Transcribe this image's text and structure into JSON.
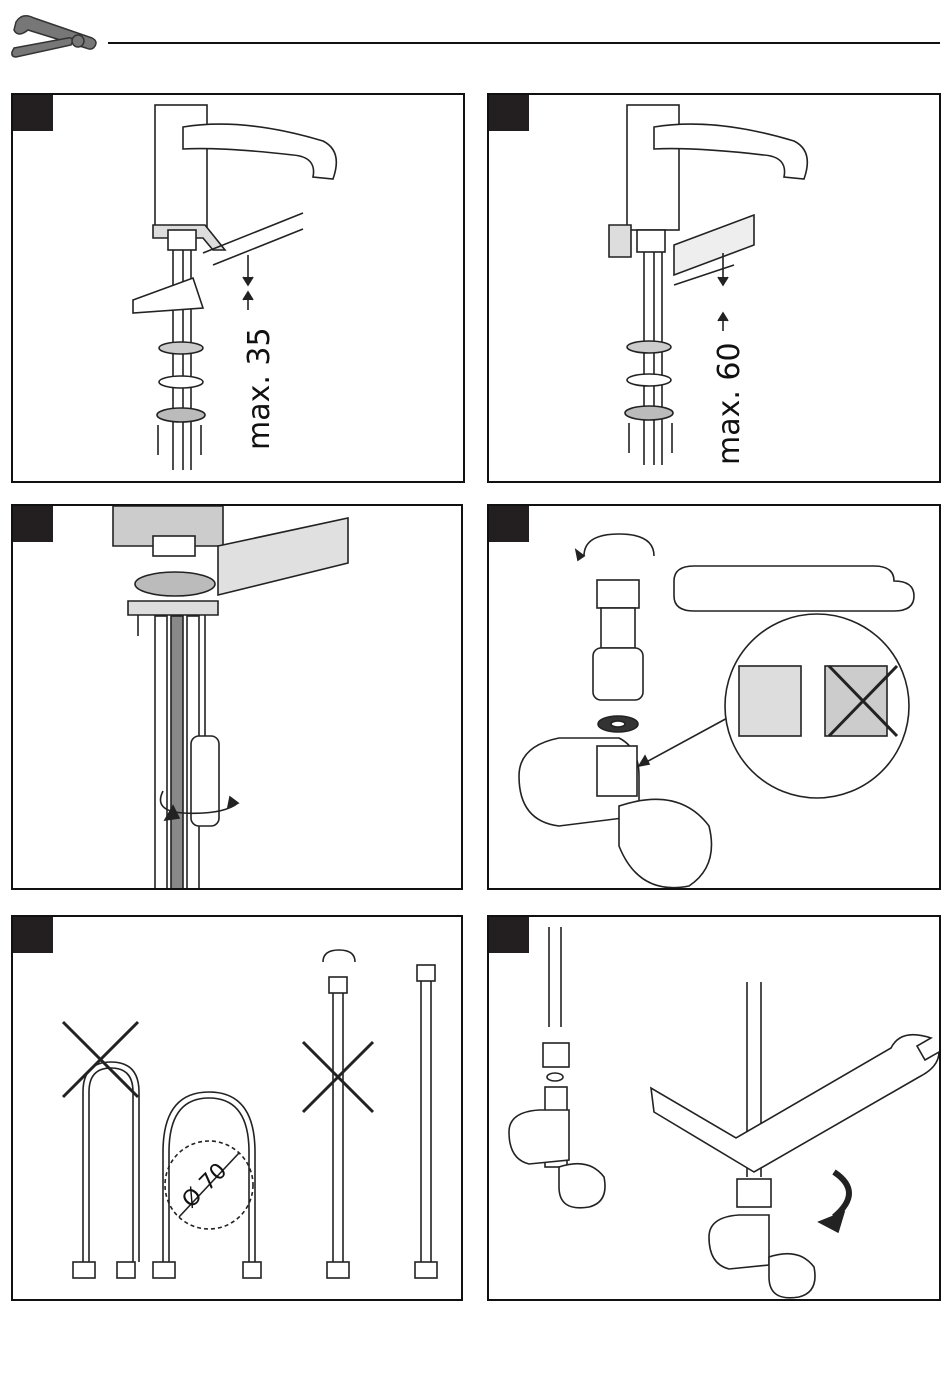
{
  "header": {
    "icon": "tools-icon"
  },
  "panels": [
    {
      "id": "p1",
      "step_number": "",
      "label": "max. 35"
    },
    {
      "id": "p2",
      "step_number": "",
      "label": "max. 60"
    },
    {
      "id": "p3",
      "step_number": ""
    },
    {
      "id": "p4",
      "step_number": ""
    },
    {
      "id": "p5",
      "step_number": "",
      "diameter_label": "Ø 70"
    },
    {
      "id": "p6",
      "step_number": ""
    }
  ]
}
